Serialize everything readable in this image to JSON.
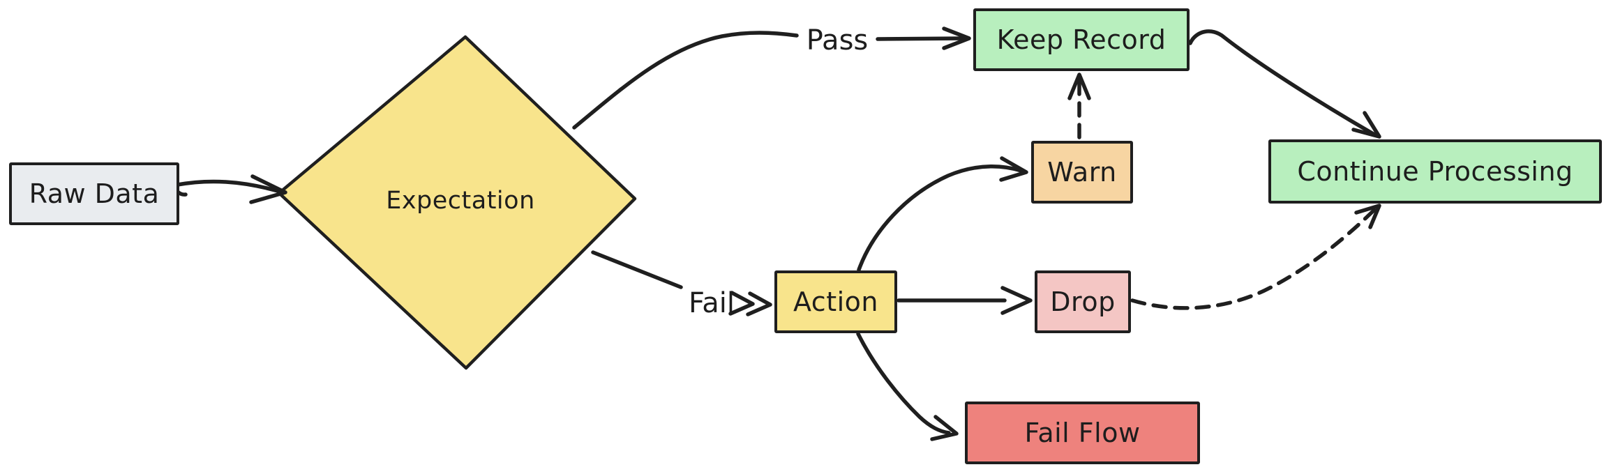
{
  "diagram": {
    "type": "flowchart",
    "style": "hand-drawn-excalidraw",
    "background": "#ffffff",
    "stroke_color": "#1f1f1f"
  },
  "colors": {
    "gray": "#e9ecef",
    "yellow": "#f8e48c",
    "green": "#b8efbe",
    "orange": "#f7d5a2",
    "pink": "#f4c6c4",
    "red": "#ee827d"
  },
  "nodes": {
    "raw_data": {
      "label": "Raw Data",
      "shape": "rectangle",
      "fill": "#e9ecef"
    },
    "expectation": {
      "label": "Expectation",
      "shape": "diamond",
      "fill": "#f8e48c"
    },
    "keep_record": {
      "label": "Keep Record",
      "shape": "rectangle",
      "fill": "#b8efbe"
    },
    "warn": {
      "label": "Warn",
      "shape": "rectangle",
      "fill": "#f7d5a2"
    },
    "action": {
      "label": "Action",
      "shape": "rectangle",
      "fill": "#f8e48c"
    },
    "drop": {
      "label": "Drop",
      "shape": "rectangle",
      "fill": "#f4c6c4"
    },
    "fail_flow": {
      "label": "Fail Flow",
      "shape": "rectangle",
      "fill": "#ee827d"
    },
    "continue_processing": {
      "label": "Continue Processing",
      "shape": "rectangle",
      "fill": "#b8efbe"
    }
  },
  "edge_labels": {
    "pass": "Pass",
    "fail": "Fail"
  },
  "edges": [
    {
      "from": "raw_data",
      "to": "expectation",
      "style": "solid",
      "label": ""
    },
    {
      "from": "expectation",
      "to": "keep_record",
      "style": "solid",
      "label": "Pass"
    },
    {
      "from": "expectation",
      "to": "action",
      "style": "solid",
      "label": "Fail"
    },
    {
      "from": "keep_record",
      "to": "continue_processing",
      "style": "solid",
      "label": ""
    },
    {
      "from": "warn",
      "to": "keep_record",
      "style": "dashed",
      "label": ""
    },
    {
      "from": "action",
      "to": "warn",
      "style": "solid",
      "label": ""
    },
    {
      "from": "action",
      "to": "drop",
      "style": "solid",
      "label": ""
    },
    {
      "from": "action",
      "to": "fail_flow",
      "style": "solid",
      "label": ""
    },
    {
      "from": "drop",
      "to": "continue_processing",
      "style": "dashed",
      "label": ""
    }
  ]
}
